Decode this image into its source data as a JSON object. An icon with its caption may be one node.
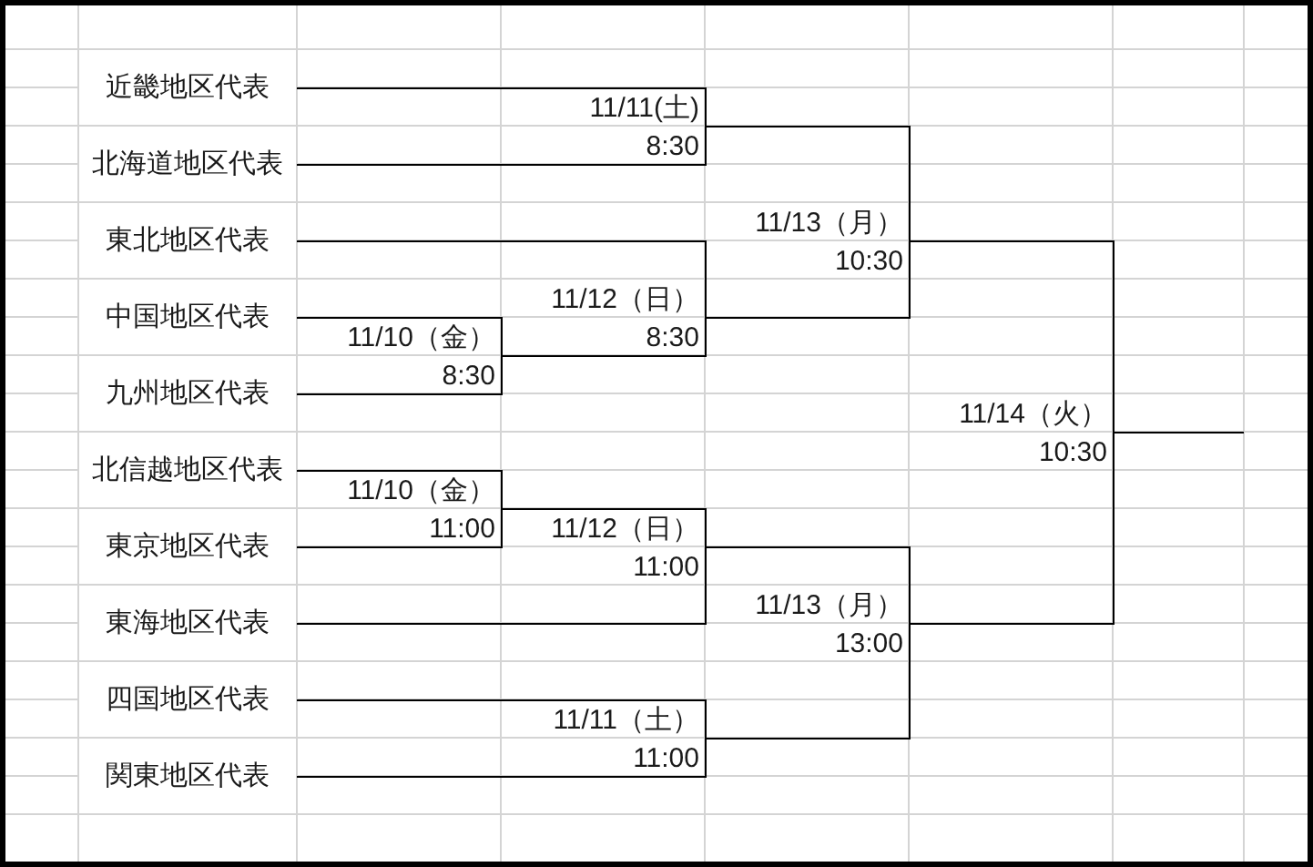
{
  "diagram": {
    "nodes": [
      {
        "text": [
          "近畿地区代表"
        ]
      },
      {
        "text": [
          "北海道地区代表"
        ]
      },
      {
        "text": [
          "東北地区代表"
        ]
      },
      {
        "text": [
          "中国地区代表"
        ]
      },
      {
        "text": [
          "九州地区代表"
        ]
      },
      {
        "text": [
          "北信越地区代表"
        ]
      },
      {
        "text": [
          "東京地区代表"
        ]
      },
      {
        "text": [
          "東海地区代表"
        ]
      },
      {
        "text": [
          "四国地区代表"
        ]
      },
      {
        "text": [
          "関東地区代表"
        ]
      },
      {
        "text": [
          "11/11(土)",
          "8:30"
        ]
      },
      {
        "text": [
          "11/10（金）",
          "8:30"
        ]
      },
      {
        "text": [
          "11/12（日）",
          "8:30"
        ]
      },
      {
        "text": [
          "11/13（月）",
          "10:30"
        ]
      },
      {
        "text": [
          "11/14（火）",
          "10:30"
        ]
      },
      {
        "text": [
          "11/10（金）",
          "11:00"
        ]
      },
      {
        "text": [
          "11/12（日）",
          "11:00"
        ]
      },
      {
        "text": [
          "11/11（土）",
          "11:00"
        ]
      },
      {
        "text": [
          "11/13（月）",
          "13:00"
        ]
      }
    ],
    "edges": [
      {
        "from": 0,
        "to": 10,
        "arrow": "none"
      },
      {
        "from": 1,
        "to": 10,
        "arrow": "none"
      },
      {
        "from": 2,
        "to": 12,
        "arrow": "none"
      },
      {
        "from": 3,
        "to": 11,
        "arrow": "none"
      },
      {
        "from": 4,
        "to": 11,
        "arrow": "none"
      },
      {
        "from": 11,
        "to": 12,
        "arrow": "none"
      },
      {
        "from": 10,
        "to": 13,
        "arrow": "none"
      },
      {
        "from": 12,
        "to": 13,
        "arrow": "none"
      },
      {
        "from": 13,
        "to": 14,
        "arrow": "none"
      },
      {
        "from": 5,
        "to": 15,
        "arrow": "none"
      },
      {
        "from": 6,
        "to": 15,
        "arrow": "none"
      },
      {
        "from": 15,
        "to": 16,
        "arrow": "none"
      },
      {
        "from": 7,
        "to": 16,
        "arrow": "none"
      },
      {
        "from": 8,
        "to": 17,
        "arrow": "none"
      },
      {
        "from": 9,
        "to": 17,
        "arrow": "none"
      },
      {
        "from": 16,
        "to": 18,
        "arrow": "none"
      },
      {
        "from": 17,
        "to": 18,
        "arrow": "none"
      },
      {
        "from": 18,
        "to": 14,
        "arrow": "none"
      },
      {
        "from": 14,
        "to": null,
        "arrow": "none"
      }
    ]
  }
}
